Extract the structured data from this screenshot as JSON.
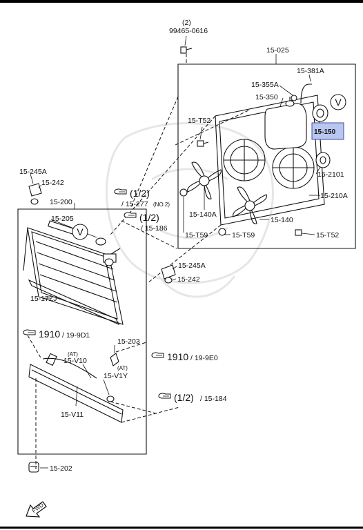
{
  "parts": {
    "p99465": "99465-0616",
    "p99465_qty": "(2)",
    "p15_025": "15-025",
    "p15_381a": "15-381A",
    "p15_355a": "15-355A",
    "p15_350": "15-350",
    "p15_t52_top": "15-T52",
    "p15_150": "15-150",
    "p15_2101": "15-2101",
    "p15_210a": "15-210A",
    "p15_140a": "15-140A",
    "p15_140": "15-140",
    "p15_t59_a": "15-T59",
    "p15_t59_b": "15-T59",
    "p15_t52_bottom": "15-T52",
    "p15_245a_top": "15-245A",
    "p15_242_top": "15-242",
    "p15_200": "15-200",
    "p15_205": "15-205",
    "p15_245a_mid": "15-245A",
    "p15_242_mid": "15-242",
    "p15_17zj": "15-17ZJ",
    "p15_203": "15-203",
    "p15_v10": "15-V10",
    "p15_v10_at": "(AT)",
    "p15_v1y": "15-V1Y",
    "p15_v1y_at": "(AT)",
    "p15_v11": "15-V11",
    "p15_202": "15-202"
  },
  "refs": {
    "r1_a": "(1/2)",
    "r1_b": "/ 15-277",
    "r1_note": "(NO.2)",
    "r2_a": "(1/2)",
    "r2_b": "/ 15-186",
    "r3_a": "1910",
    "r3_b": "/ 19-9D1",
    "r4_a": "1910",
    "r4_b": "/ 19-9E0",
    "r5_a": "(1/2)",
    "r5_b": "/ 15-184"
  },
  "markers": {
    "v_top": "V",
    "v_left": "V"
  },
  "fwd": "FWD",
  "colors": {
    "highlight_fill": "#b9c6ee",
    "highlight_border": "#3b4fa8"
  }
}
